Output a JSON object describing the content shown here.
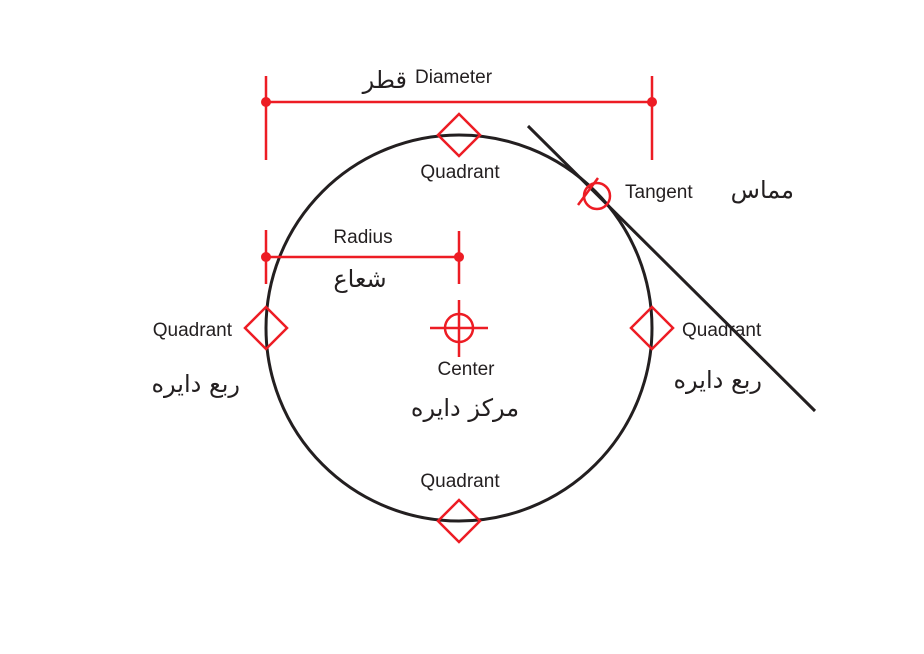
{
  "colors": {
    "accent": "#ed1c24",
    "line": "#231f20"
  },
  "labels": {
    "diameter_en": "Diameter",
    "diameter_fa": "قطر",
    "radius_en": "Radius",
    "radius_fa": "شعاع",
    "tangent_en": "Tangent",
    "tangent_fa": "مماس",
    "center_en": "Center",
    "center_fa": "مرکز دایره",
    "quadrant_top": "Quadrant",
    "quadrant_left": "Quadrant",
    "quadrant_left_fa": "ربع دایره",
    "quadrant_right": "Quadrant",
    "quadrant_right_fa": "ربع دایره",
    "quadrant_bottom": "Quadrant"
  }
}
